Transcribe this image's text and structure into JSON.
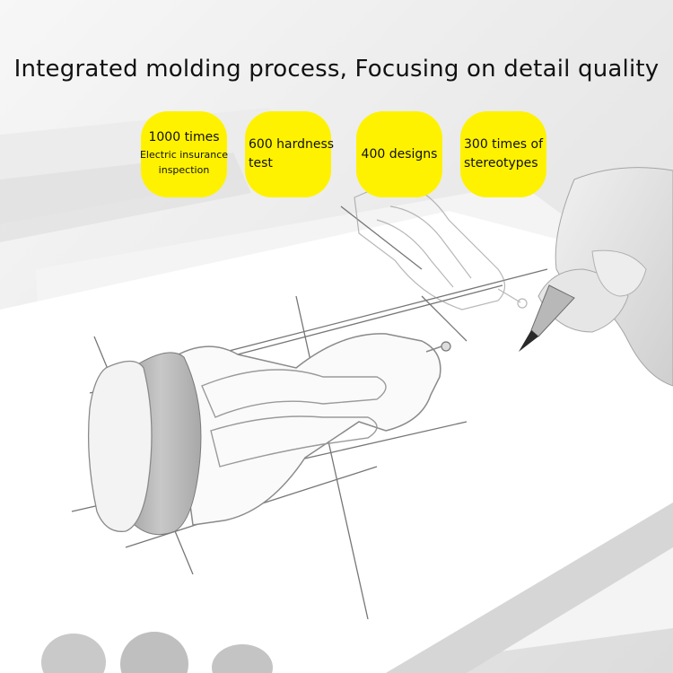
{
  "headline": "Integrated molding process, Focusing on detail quality",
  "badges": [
    {
      "line1": "1000 times",
      "line2": "Electric insurance",
      "line3": "inspection"
    },
    {
      "line1": "600 hardness",
      "line2": "test"
    },
    {
      "line1": "400 designs"
    },
    {
      "line1": "300 times of",
      "line2": "stereotypes"
    }
  ],
  "colors": {
    "badge": "#fff200",
    "text": "#111111",
    "paper": "#ffffff",
    "background": "#e9e9e9",
    "charger_ring": "#b4b4b4"
  }
}
